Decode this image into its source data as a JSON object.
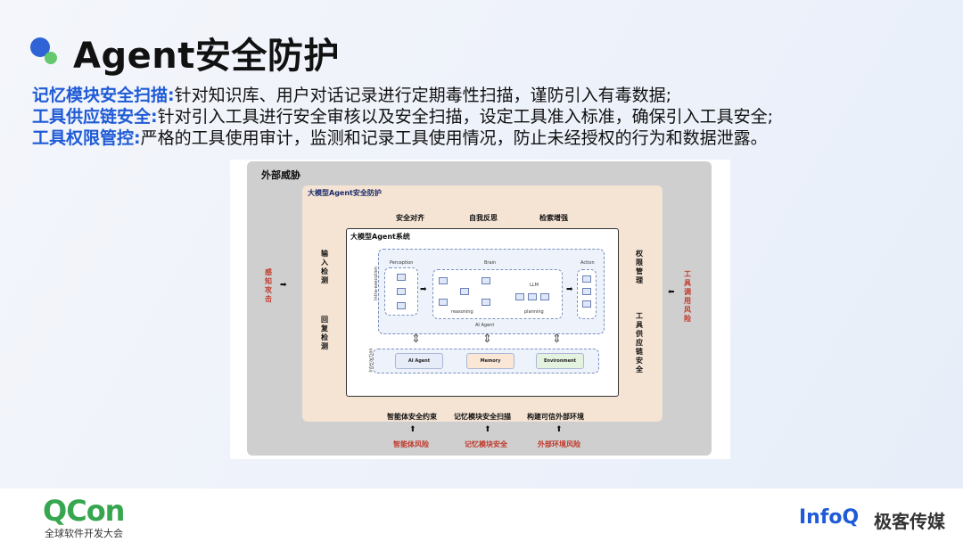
{
  "slide": {
    "title": "Agent安全防护",
    "lines": [
      {
        "label": "记忆模块安全扫描:",
        "text": "针对知识库、用户对话记录进行定期毒性扫描，谨防引入有毒数据;"
      },
      {
        "label": "工具供应链安全:",
        "text": "针对引入工具进行安全审核以及安全扫描，设定工具准入标准，确保引入工具安全;"
      },
      {
        "label": "工具权限管控:",
        "text": "严格的工具使用审计，监测和记录工具使用情况，防止未经授权的行为和数据泄露。"
      }
    ]
  },
  "diagram": {
    "outer_label": "外部威胁",
    "mid_label": "大模型Agent安全防护",
    "top_items": [
      "安全对齐",
      "自我反思",
      "检索增强"
    ],
    "inner_label": "大模型Agent系统",
    "left_side": [
      "输入检测",
      "回复检测"
    ],
    "right_side": [
      "权限管理",
      "工具供应链安全"
    ],
    "far_left": "感知攻击",
    "far_right": "工具调用风险",
    "bottom_items": [
      "智能体安全约束",
      "记忆模块安全扫描",
      "构建可信外部环境"
    ],
    "risks": [
      "智能体风险",
      "记忆模块安全",
      "外部环境风险"
    ],
    "mini": {
      "perception": "Perception",
      "brain": "Brain",
      "action": "Action",
      "intra": "Intra-execution",
      "inter": "Interaction",
      "reasoning": "reasoning",
      "planning": "planning",
      "llm": "LLM",
      "ai_agent": "AI Agent",
      "chips": [
        "AI Agent",
        "Memory",
        "Environment"
      ]
    }
  },
  "footer": {
    "qcon": "QCon",
    "qcon_sub": "全球软件开发大会",
    "infoq": "InfoQ",
    "brand": "极客传媒"
  }
}
